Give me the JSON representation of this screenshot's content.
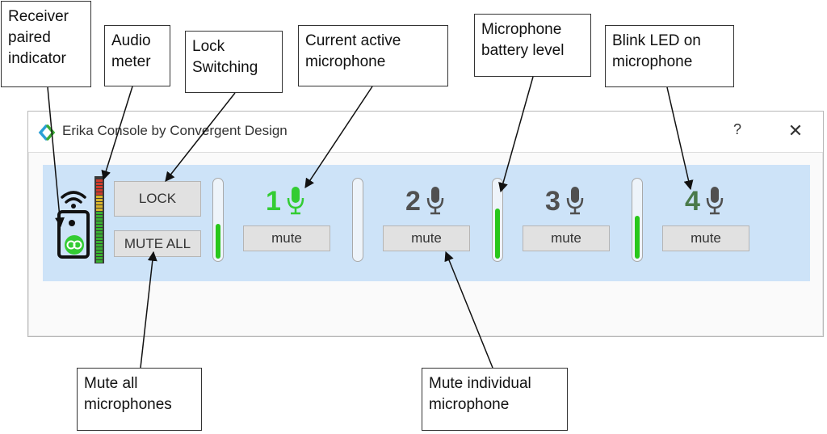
{
  "window": {
    "title": "Erika Console by Convergent Design",
    "help_label": "?",
    "close_label": "✕"
  },
  "controls": {
    "lock_label": "LOCK",
    "mute_all_label": "MUTE ALL"
  },
  "microphones": [
    {
      "number": "1",
      "mute_label": "mute",
      "active": true,
      "battery_level": 0.45
    },
    {
      "number": "2",
      "mute_label": "mute",
      "active": false,
      "battery_level": 0.0
    },
    {
      "number": "3",
      "mute_label": "mute",
      "active": false,
      "battery_level": 0.65
    },
    {
      "number": "4",
      "mute_label": "mute",
      "active": false,
      "battery_level": 0.55
    }
  ],
  "callouts": {
    "receiver": "Receiver\npaired\nindicator",
    "audio_meter": "Audio\nmeter",
    "lock_switching": "Lock\nSwitching",
    "current_active": "Current active\nmicrophone",
    "battery": "Microphone\nbattery level",
    "blink_led": "Blink LED on\nmicrophone",
    "mute_all": "Mute all\nmicrophones",
    "mute_individual": "Mute individual\nmicrophone"
  },
  "colors": {
    "active_green": "#33cc33",
    "panel_blue": "#cde3f8",
    "button_gray": "#e1e1e1",
    "battery_green": "#28c71a",
    "led_green": "#4a7a4a"
  }
}
